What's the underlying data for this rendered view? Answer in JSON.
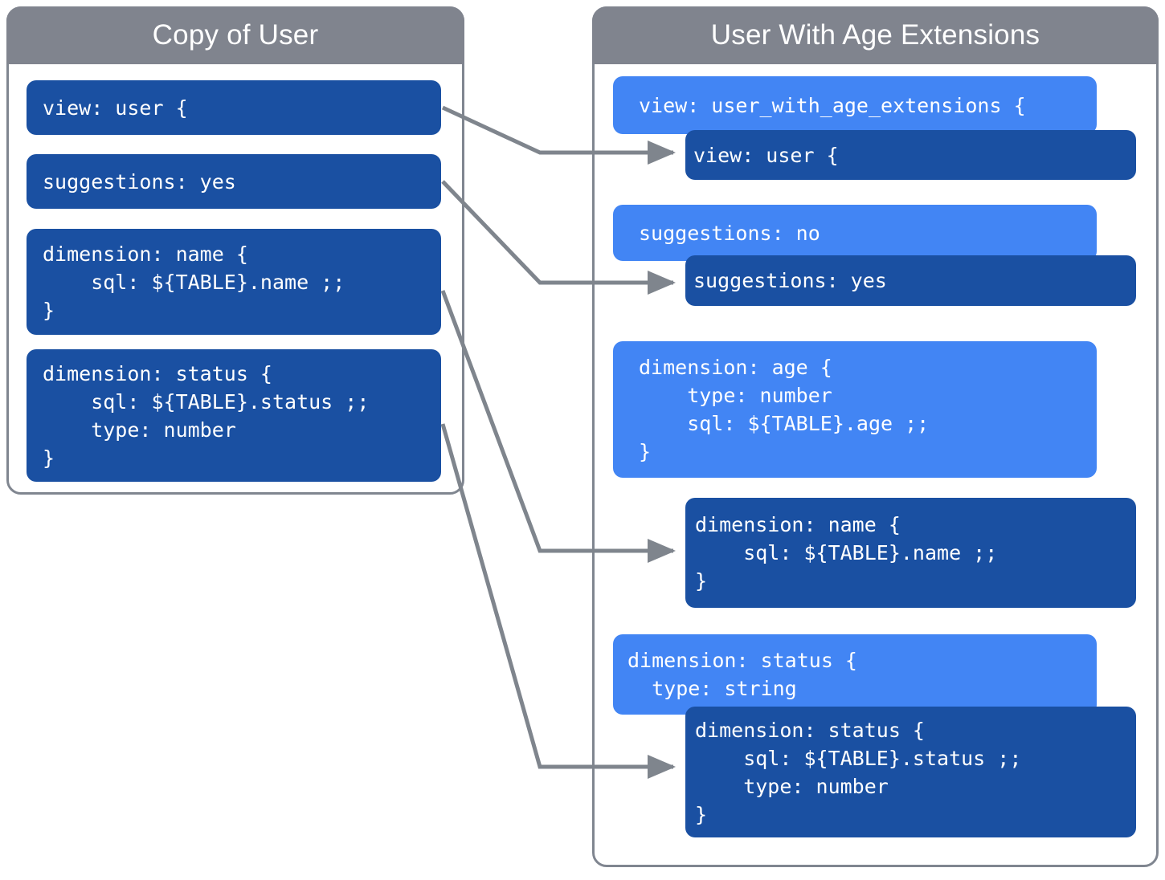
{
  "left_panel": {
    "title": "Copy of User",
    "blocks": [
      {
        "name": "view-block",
        "text": "view: user {"
      },
      {
        "name": "suggestions-block",
        "text": "suggestions: yes"
      },
      {
        "name": "dimension-name-block",
        "text": "dimension: name {\n    sql: ${TABLE}.name ;;\n}"
      },
      {
        "name": "dimension-status-block",
        "text": "dimension: status {\n    sql: ${TABLE}.status ;;\n    type: number\n}"
      }
    ]
  },
  "right_panel": {
    "title": "User With Age Extensions",
    "blocks": [
      {
        "name": "view-extending-block",
        "text": "view: user_with_age_extensions {"
      },
      {
        "name": "view-inherited-block",
        "text": "view: user {"
      },
      {
        "name": "suggestions-override-block",
        "text": "suggestions: no"
      },
      {
        "name": "suggestions-inherited-block",
        "text": "suggestions: yes"
      },
      {
        "name": "dimension-age-block",
        "text": "dimension: age {\n    type: number\n    sql: ${TABLE}.age ;;\n}"
      },
      {
        "name": "dimension-name-inherited-block",
        "text": "dimension: name {\n    sql: ${TABLE}.name ;;\n}"
      },
      {
        "name": "dimension-status-override-block",
        "text": "dimension: status {\n  type: string"
      },
      {
        "name": "dimension-status-inherited-block",
        "text": "dimension: status {\n    sql: ${TABLE}.status ;;\n    type: number\n}"
      }
    ]
  },
  "connections": [
    {
      "name": "view-connector",
      "from": "view-block",
      "to": "view-inherited-block"
    },
    {
      "name": "suggestions-connector",
      "from": "suggestions-block",
      "to": "suggestions-inherited-block"
    },
    {
      "name": "dimension-name-connector",
      "from": "dimension-name-block",
      "to": "dimension-name-inherited-block"
    },
    {
      "name": "dimension-status-connector",
      "from": "dimension-status-block",
      "to": "dimension-status-inherited-block"
    }
  ],
  "colors": {
    "header_gray": "#80848e",
    "border_gray": "#808690",
    "code_dark_blue": "#1a50a2",
    "code_light_blue": "#4285f4",
    "connector_gray": "#7f858d",
    "background": "#ffffff",
    "text_white": "#ffffff"
  }
}
